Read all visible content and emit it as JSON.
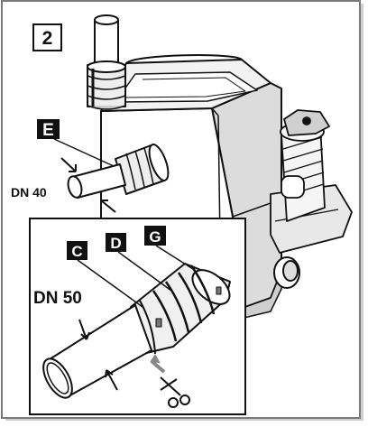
{
  "step_number": "2",
  "callouts": {
    "E": "E",
    "C": "C",
    "D": "D",
    "G": "G"
  },
  "dimensions": {
    "dn40": "DN 40",
    "dn50": "DN 50"
  },
  "colors": {
    "line": "#111111",
    "panel_border": "#7a7a7a",
    "pump_shade": "#d9d9d9",
    "callout_bg": "#111111",
    "callout_text": "#ffffff"
  },
  "icons": [
    "scissors-icon",
    "arrow-icon"
  ]
}
